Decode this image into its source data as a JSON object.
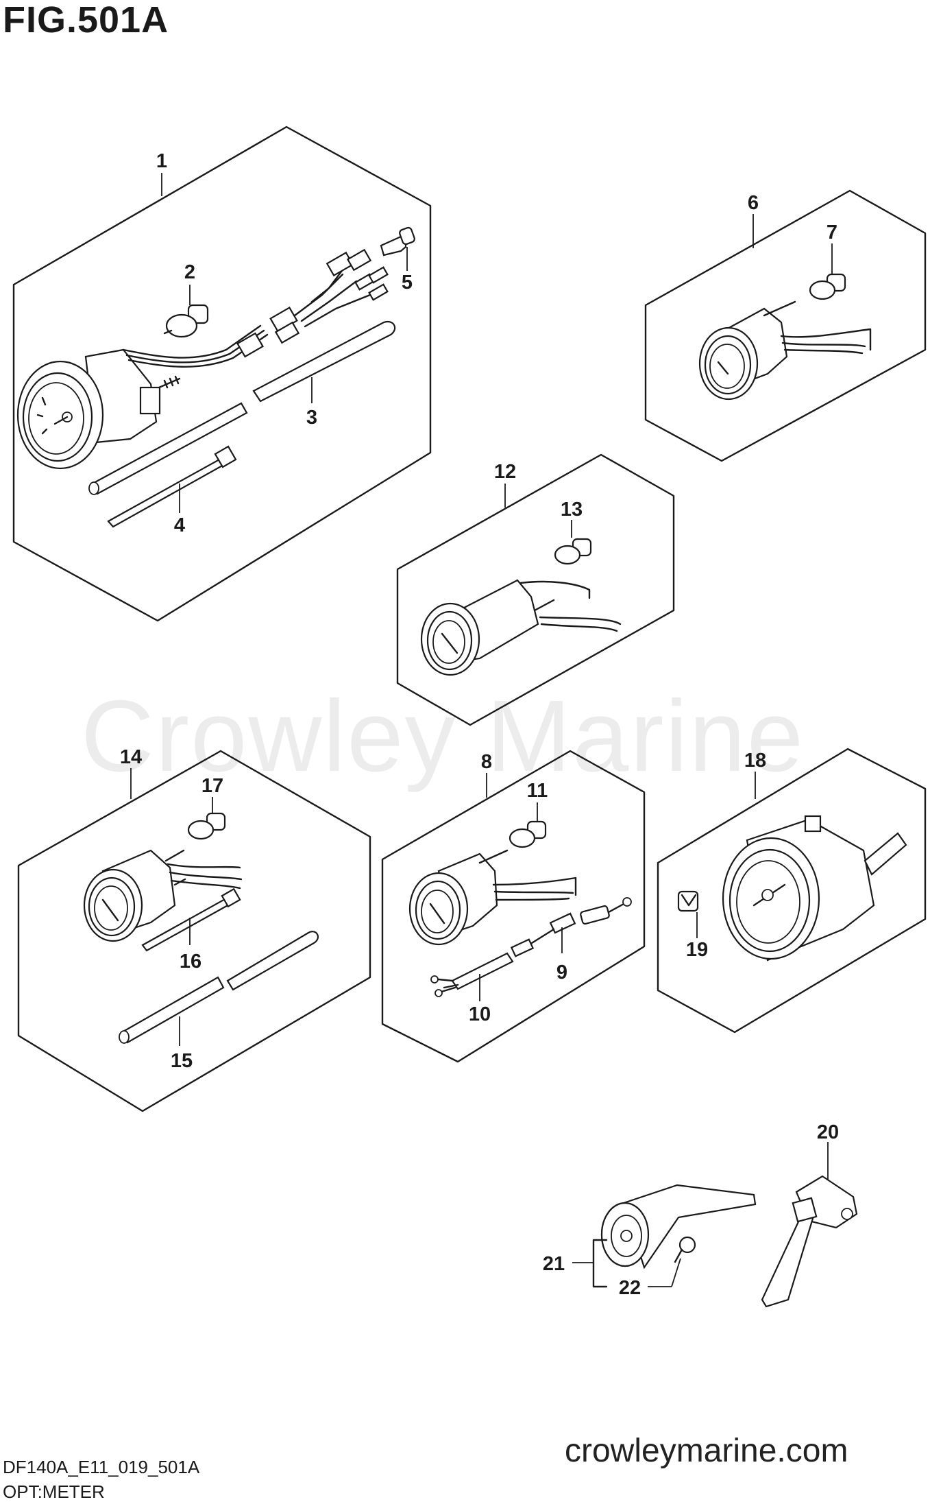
{
  "figure": {
    "title": "FIG.501A",
    "code": "DF140A_E11_019_501A",
    "subtitle": "OPT:METER"
  },
  "watermark": "Crowley Marine",
  "website": "crowleymarine.com",
  "callouts": {
    "c1": "1",
    "c2": "2",
    "c3": "3",
    "c4": "4",
    "c5": "5",
    "c6": "6",
    "c7": "7",
    "c8": "8",
    "c9": "9",
    "c10": "10",
    "c11": "11",
    "c12": "12",
    "c13": "13",
    "c14": "14",
    "c15": "15",
    "c16": "16",
    "c17": "17",
    "c18": "18",
    "c19": "19",
    "c20": "20",
    "c21": "21",
    "c22": "22"
  }
}
